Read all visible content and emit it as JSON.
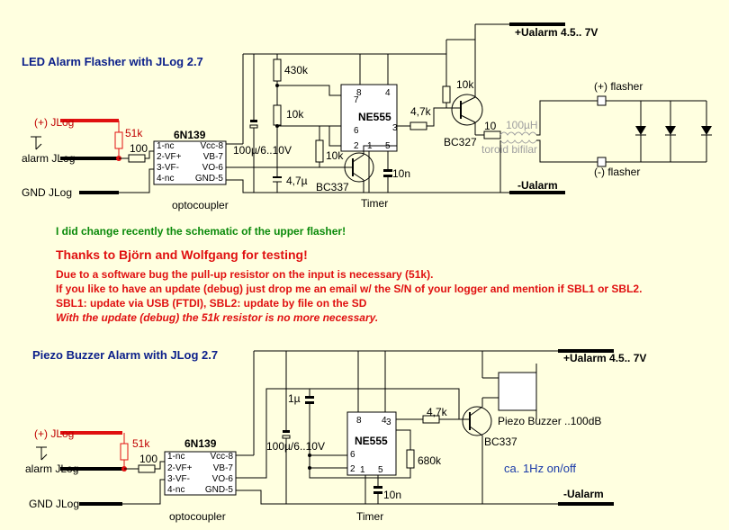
{
  "upper": {
    "title": "LED Alarm Flasher with JLog 2.7",
    "supply": "+Ualarm 4.5.. 7V",
    "ground": "-Ualarm",
    "in_plus": "(+) JLog",
    "in_alarm": "alarm JLog",
    "in_gnd": "GND JLog",
    "r51k": "51k",
    "r100": "100",
    "opto_name": "6N139",
    "opto_label": "optocoupler",
    "opto_pins_left": [
      "1-nc",
      "2-VF+",
      "3-VF-",
      "4-nc"
    ],
    "opto_pins_right": [
      "Vcc-8",
      "VB-7",
      "VO-6",
      "GND-5"
    ],
    "c_big": "100µ/6..10V",
    "r430k": "430k",
    "r10k_a": "10k",
    "r10k_b": "10k",
    "c47": "4,7µ",
    "ic": "NE555",
    "pins": [
      "8",
      "4",
      "7",
      "6",
      "3",
      "2",
      "1",
      "5"
    ],
    "r47k": "4,7k",
    "r10k_c": "10k",
    "t1": "BC337",
    "t2": "BC327",
    "timer": "Timer",
    "c10n": "10n",
    "r10": "10",
    "l100": "100µH",
    "toroid": "torοid bifilar",
    "flash_plus": "(+) flasher",
    "flash_minus": "(-) flasher"
  },
  "notes": {
    "green": "I did change recently the schematic of the upper flasher!",
    "thanks": "Thanks to Björn and Wolfgang for testing!",
    "l1": "Due to a software bug the pull-up resistor on the input is necessary (51k).",
    "l2": "If you like to have an update (debug) just drop me an email w/ the S/N of your logger and mention if SBL1 or SBL2.",
    "l3": "SBL1: update via USB (FTDI), SBL2: update by file on the SD",
    "l4": "With the update (debug) the 51k resistor is no more necessary."
  },
  "lower": {
    "title": "Piezo Buzzer Alarm with JLog 2.7",
    "supply": "+Ualarm 4.5.. 7V",
    "ground": "-Ualarm",
    "in_plus": "(+) JLog",
    "in_alarm": "alarm JLog",
    "in_gnd": "GND JLog",
    "r51k": "51k",
    "r100": "100",
    "opto_name": "6N139",
    "opto_label": "optocoupler",
    "opto_pins_left": [
      "1-nc",
      "2-VF+",
      "3-VF-",
      "4-nc"
    ],
    "opto_pins_right": [
      "Vcc-8",
      "VB-7",
      "VO-6",
      "GND-5"
    ],
    "c1u": "1µ",
    "c_big": "100µ/6..10V",
    "ic": "NE555",
    "pins": [
      "8",
      "4",
      "3",
      "6",
      "2",
      "1",
      "5"
    ],
    "r680k": "680k",
    "r47k": "4,7k",
    "t1": "BC337",
    "buzzer": "Piezo Buzzer ..100dB",
    "freq": "ca. 1Hz on/off",
    "c10n": "10n",
    "timer": "Timer"
  }
}
